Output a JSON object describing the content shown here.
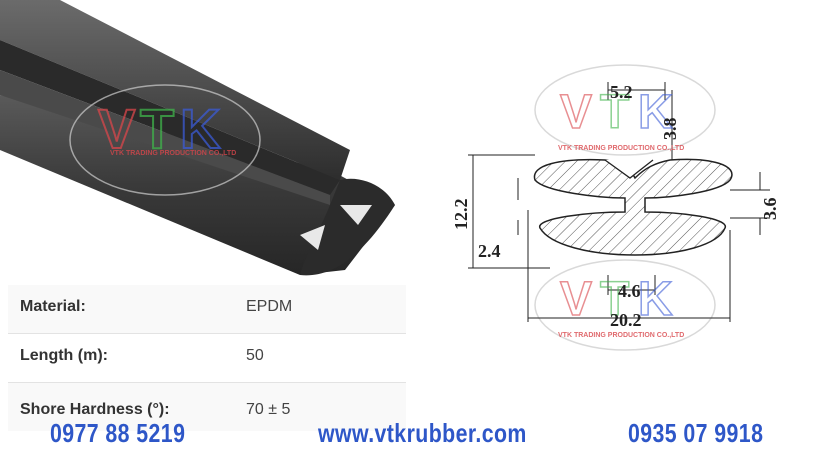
{
  "watermark": {
    "logo": "VTK",
    "company": "VTK TRADING PRODUCTION CO.,LTD"
  },
  "dimensions": {
    "top_width": "5.2",
    "top_depth": "3.8",
    "height": "12.2",
    "lip_thickness": "3.6",
    "bottom_gap": "2.4",
    "stem_width": "4.6",
    "total_width": "20.2"
  },
  "specs": [
    {
      "label": "Material:",
      "value": "EPDM"
    },
    {
      "label": "Length (m):",
      "value": "50"
    },
    {
      "label": "Shore Hardness (°):",
      "value": "70 ± 5"
    }
  ],
  "footer": {
    "phone_left": "0977 88 5219",
    "website": "www.vtkrubber.com",
    "phone_right": "0935 07 9918"
  },
  "colors": {
    "footer_text": "#2e57c8",
    "rubber": "#3a3a3a",
    "watermark_red": "#d9464b",
    "watermark_blue": "#3b5bd6",
    "watermark_green": "#3fb44a"
  }
}
